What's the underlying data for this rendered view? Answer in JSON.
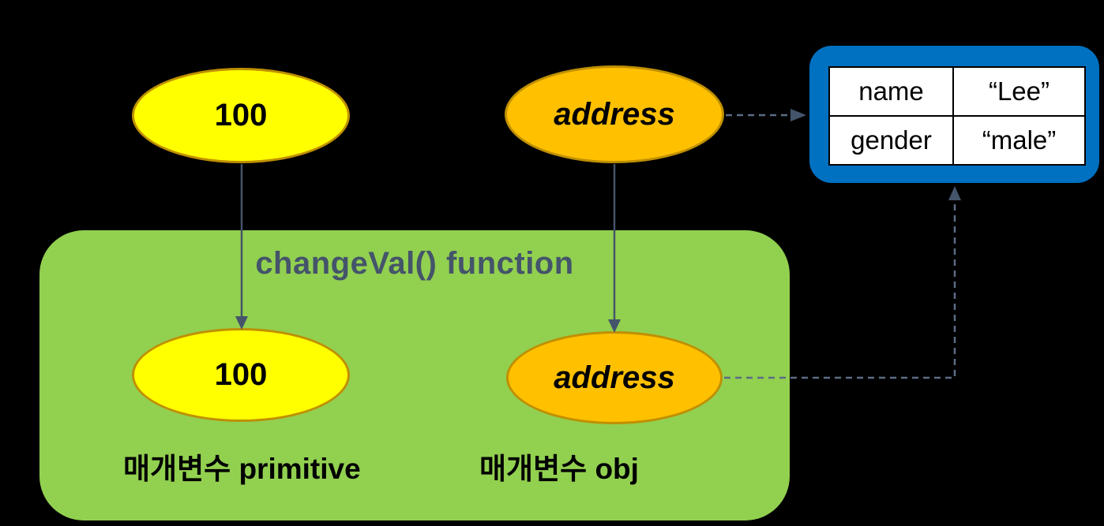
{
  "colors": {
    "background": "#000000",
    "primitive_fill": "#FFFF00",
    "reference_fill": "#FFC000",
    "ellipse_border": "#BF9000",
    "object_box_fill": "#0070C0",
    "function_box_fill": "#92D050",
    "arrow_solid": "#44546A",
    "arrow_dashed": "#5C6C85",
    "title_text": "#44546A"
  },
  "top": {
    "primitive_value": "100",
    "reference_value": "address"
  },
  "object_box": {
    "rows": [
      {
        "key": "name",
        "value": "“Lee”"
      },
      {
        "key": "gender",
        "value": "“male”"
      }
    ]
  },
  "function_box": {
    "title": "changeVal() function",
    "primitive_value": "100",
    "obj_value": "address",
    "primitive_label": "매개변수 primitive",
    "obj_label": "매개변수 obj"
  }
}
